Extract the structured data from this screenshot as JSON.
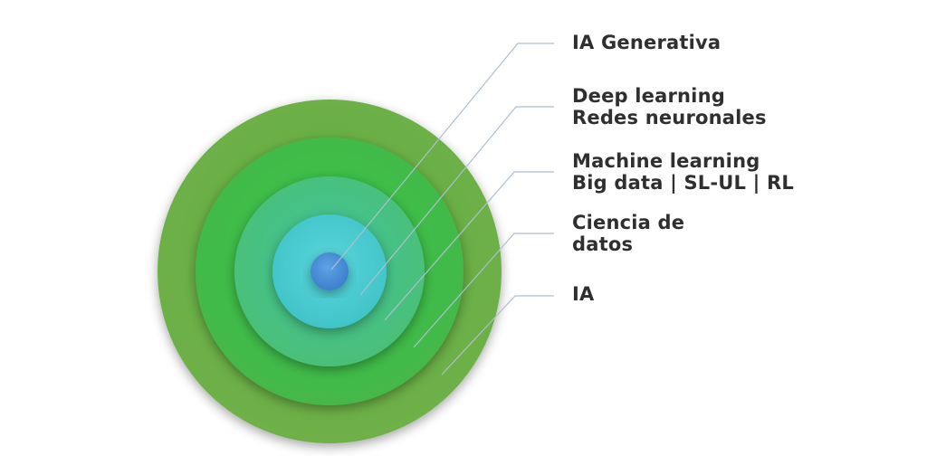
{
  "diagram": {
    "layers": [
      {
        "id": "ia",
        "lines": [
          "IA"
        ],
        "color": "#6ab04c"
      },
      {
        "id": "ciencia-de-datos",
        "lines": [
          "Ciencia de",
          "datos"
        ],
        "color": "#3dbd4a"
      },
      {
        "id": "machine-learning",
        "lines": [
          "Machine learning",
          "Big data | SL-UL | RL"
        ],
        "color": "#45c38d"
      },
      {
        "id": "deep-learning",
        "lines": [
          "Deep learning",
          "Redes neuronales"
        ],
        "color": "#56d3cf"
      },
      {
        "id": "ia-generativa",
        "lines": [
          "IA Generativa"
        ],
        "color": "#4c90d9"
      }
    ]
  }
}
